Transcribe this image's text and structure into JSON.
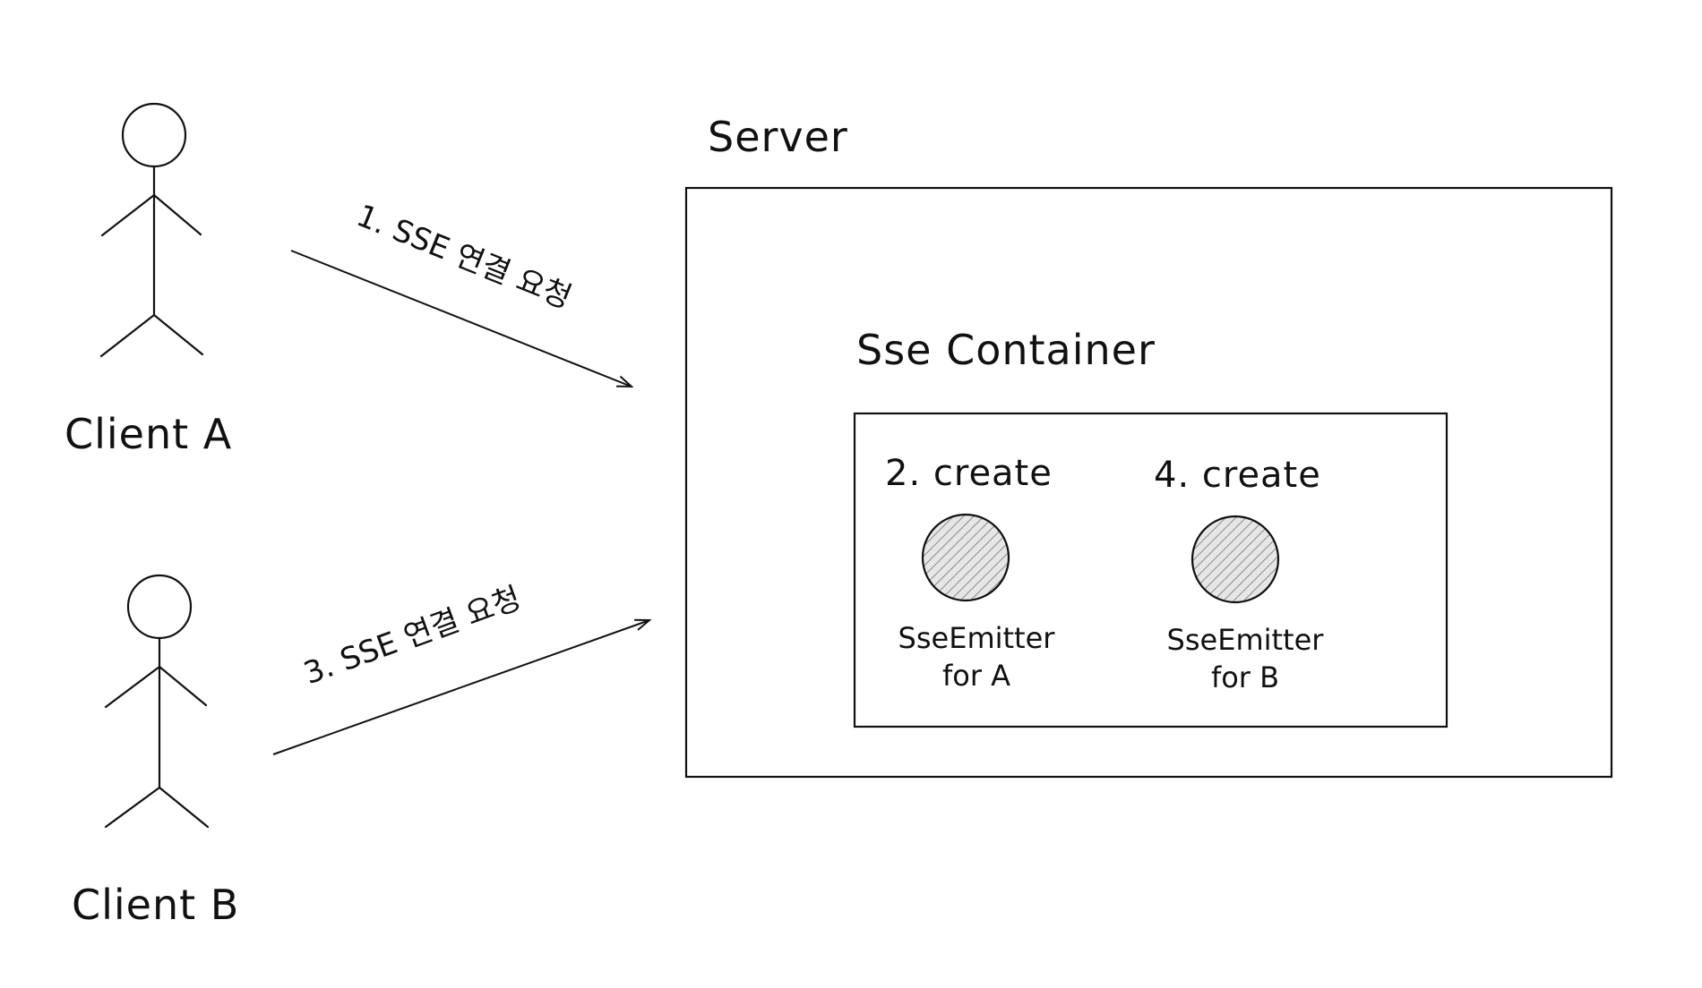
{
  "actors": [
    {
      "id": "client-a",
      "label": "Client A"
    },
    {
      "id": "client-b",
      "label": "Client B"
    }
  ],
  "server": {
    "label": "Server"
  },
  "container": {
    "label": "Sse Container"
  },
  "emitters": [
    {
      "step": "2. create",
      "name": "SseEmitter",
      "target": "for A"
    },
    {
      "step": "4. create",
      "name": "SseEmitter",
      "target": "for B"
    }
  ],
  "edges": [
    {
      "from": "client-a",
      "to": "server",
      "label": "1. SSE 연결 요청"
    },
    {
      "from": "client-b",
      "to": "server",
      "label": "3. SSE 연결 요청"
    }
  ],
  "colors": {
    "stroke": "#111111",
    "hatch": "#888888",
    "background": "#ffffff"
  }
}
